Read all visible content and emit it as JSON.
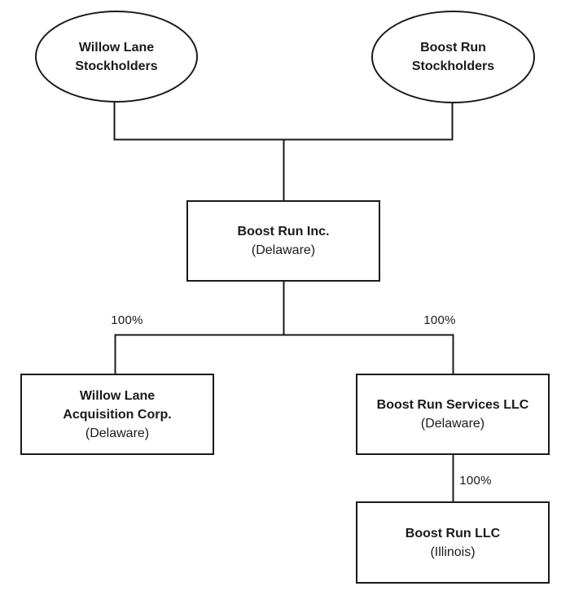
{
  "diagram": {
    "nodes": {
      "willow_stockholders": {
        "line1": "Willow Lane",
        "line2": "Stockholders"
      },
      "boost_stockholders": {
        "line1": "Boost Run",
        "line2": "Stockholders"
      },
      "boost_run_inc": {
        "name": "Boost Run Inc.",
        "jurisdiction": "(Delaware)"
      },
      "willow_acquisition": {
        "name_line1": "Willow Lane",
        "name_line2": "Acquisition Corp.",
        "jurisdiction": "(Delaware)"
      },
      "boost_run_services": {
        "name": "Boost Run Services LLC",
        "jurisdiction": "(Delaware)"
      },
      "boost_run_llc": {
        "name": "Boost Run LLC",
        "jurisdiction": "(Illinois)"
      }
    },
    "ownership": {
      "left_label": "100%",
      "right_label": "100%",
      "bottom_label": "100%"
    },
    "colors": {
      "line": "#1a1a1a",
      "text": "#1a1a1a",
      "background": "#ffffff"
    }
  }
}
